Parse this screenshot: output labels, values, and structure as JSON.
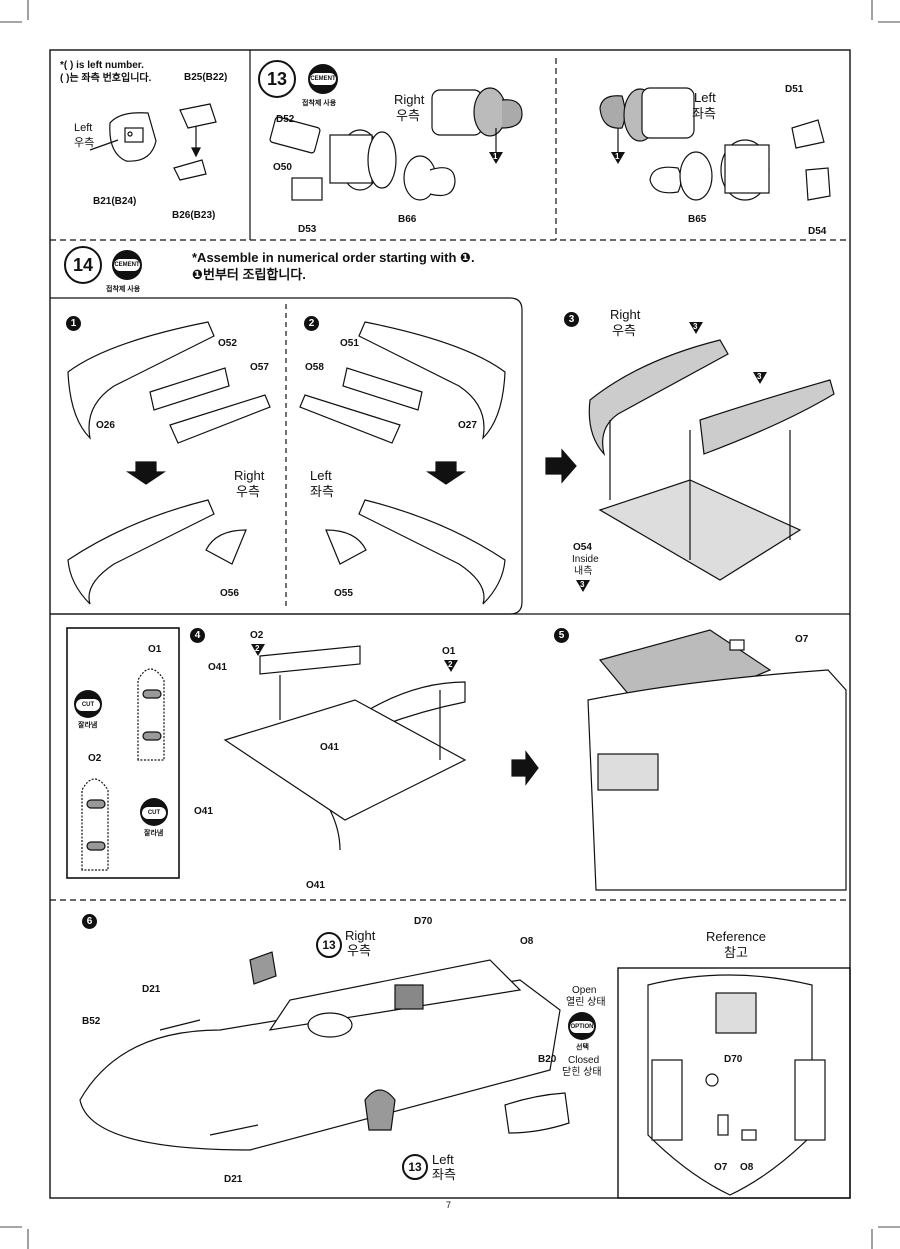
{
  "left_number_note": {
    "line1": "*(     ) is left number.",
    "line2": "(     )는 좌측 번호입니다."
  },
  "cement_badge": {
    "label": "CEMENT",
    "sub": "접착제 사용"
  },
  "cut_badge": {
    "label": "CUT",
    "sub": "잘라냄"
  },
  "option_badge": {
    "label": "OPTION",
    "sub": "선택"
  },
  "panel_b": {
    "labels": {
      "b25": "B25(B22)",
      "b21": "B21(B24)",
      "b26": "B26(B23)"
    },
    "side_en": "Left",
    "side_kr": "우측"
  },
  "step13": {
    "number": "13",
    "right_en": "Right",
    "right_kr": "우측",
    "left_en": "Left",
    "left_kr": "좌측",
    "marker": "1",
    "parts": {
      "d52": "D52",
      "o50": "O50",
      "d53": "D53",
      "b66": "B66",
      "d51": "D51",
      "b65": "B65",
      "d54": "D54"
    }
  },
  "step14": {
    "number": "14",
    "instruction_en": "*Assemble in numerical order starting with ❶.",
    "instruction_kr": "❶번부터 조립합니다."
  },
  "sub1": {
    "num": "1",
    "parts": {
      "o52": "O52",
      "o57": "O57",
      "o26": "O26",
      "o56": "O56"
    },
    "side_en": "Right",
    "side_kr": "우측"
  },
  "sub2": {
    "num": "2",
    "parts": {
      "o51": "O51",
      "o58": "O58",
      "o27": "O27",
      "o55": "O55"
    },
    "side_en": "Left",
    "side_kr": "좌측"
  },
  "sub3": {
    "num": "3",
    "side_en": "Right",
    "side_kr": "우측",
    "o54": "O54",
    "inside_en": "Inside",
    "inside_kr": "내측",
    "marker": "3"
  },
  "sub4": {
    "num": "4",
    "o1": "O1",
    "o2": "O2",
    "o41": "O41",
    "marker": "2"
  },
  "sub5": {
    "num": "5",
    "o7": "O7"
  },
  "sub6": {
    "num": "6",
    "d70": "D70",
    "o8": "O8",
    "d21": "D21",
    "b52": "B52",
    "b20": "B20",
    "right_en": "Right",
    "right_kr": "우측",
    "left_en": "Left",
    "left_kr": "좌측",
    "open_en": "Open",
    "open_kr": "열린 상태",
    "closed_en": "Closed",
    "closed_kr": "닫힌 상태"
  },
  "reference": {
    "title_en": "Reference",
    "title_kr": "참고",
    "d70": "D70",
    "o7": "O7",
    "o8": "O8"
  },
  "page_number": "7"
}
